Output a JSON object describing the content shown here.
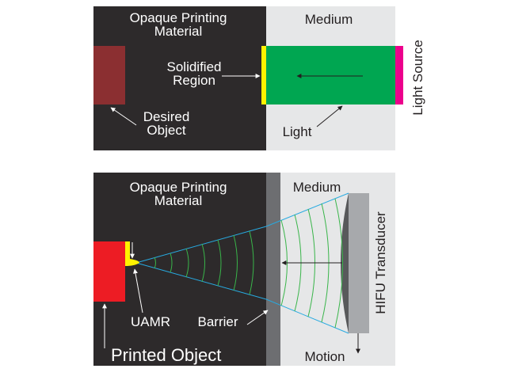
{
  "top_panel": {
    "material_label_line1": "Opaque Printing",
    "material_label_line2": "Material",
    "medium_label": "Medium",
    "solidified_line1": "Solidified",
    "solidified_line2": "Region",
    "desired_line1": "Desired",
    "desired_line2": "Object",
    "light_label": "Light",
    "light_source_label": "Light Source"
  },
  "bottom_panel": {
    "material_label_line1": "Opaque Printing",
    "material_label_line2": "Material",
    "medium_label": "Medium",
    "uamr_label": "UAMR",
    "barrier_label": "Barrier",
    "printed_object_label": "Printed Object",
    "motion_label": "Motion",
    "transducer_label": "HIFU Transducer"
  },
  "colors": {
    "opaque_material": "#2d2a2b",
    "medium": "#e6e7e8",
    "desired_object": "#8b2f31",
    "light_beam": "#00a651",
    "light_source": "#ec008c",
    "solidified_region": "#fff200",
    "printed_object": "#ed1c24",
    "barrier": "#6d6e71",
    "transducer": "#a7a9ac",
    "wavefront": "#39b54a",
    "beam_edge": "#27aae1"
  }
}
